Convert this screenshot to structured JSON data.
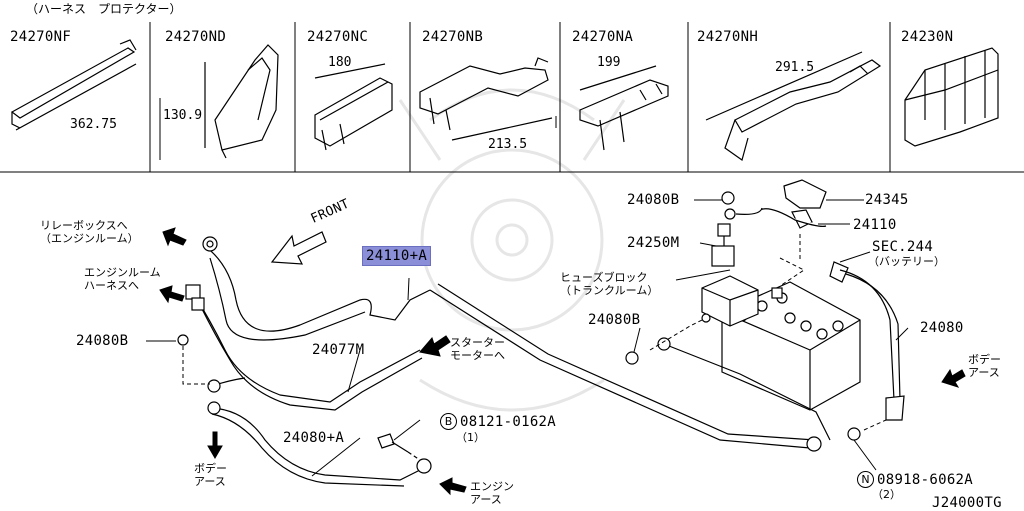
{
  "header": {
    "title": "（ハーネス　プロテクター）"
  },
  "protectors": [
    {
      "part": "24270NF",
      "dim": "362.75"
    },
    {
      "part": "24270ND",
      "dim": "130.9"
    },
    {
      "part": "24270NC",
      "dim": "180"
    },
    {
      "part": "24270NB",
      "dim": "213.5"
    },
    {
      "part": "24270NA",
      "dim": "199"
    },
    {
      "part": "24270NH",
      "dim": "291.5"
    },
    {
      "part": "24230N",
      "dim": ""
    }
  ],
  "labels": {
    "relay_box": "リレーボックスへ\n（エンジンルーム）",
    "engine_room_harness": "エンジンルーム\nハーネスへ",
    "front": "FRONT",
    "p24110a": "24110+A",
    "p24080b_left": "24080B",
    "p24077m": "24077M",
    "starter_motor": "スターター\nモーターへ",
    "p24080a": "24080+A",
    "body_earth_left": "ボデー\nアース",
    "bolt_part": "08121-0162A",
    "bolt_qty": "（1）",
    "bolt_circle": "B",
    "engine_earth": "エンジン\nアース",
    "p24080b_top": "24080B",
    "p24250m": "24250M",
    "p24345": "24345",
    "p24110": "24110",
    "sec244": "SEC.244",
    "battery": "（バッテリー）",
    "fuse_block": "ヒューズブロック\n（トランクルーム）",
    "p24080b_mid": "24080B",
    "p24080": "24080",
    "body_earth_right": "ボデー\nアース",
    "nut_part": "08918-6062A",
    "nut_qty": "（2）",
    "nut_circle": "N",
    "diagram_code": "J24000TG"
  },
  "colors": {
    "highlight": "#8a8fd8",
    "line": "#000000",
    "watermark": "#e6e6e6"
  }
}
